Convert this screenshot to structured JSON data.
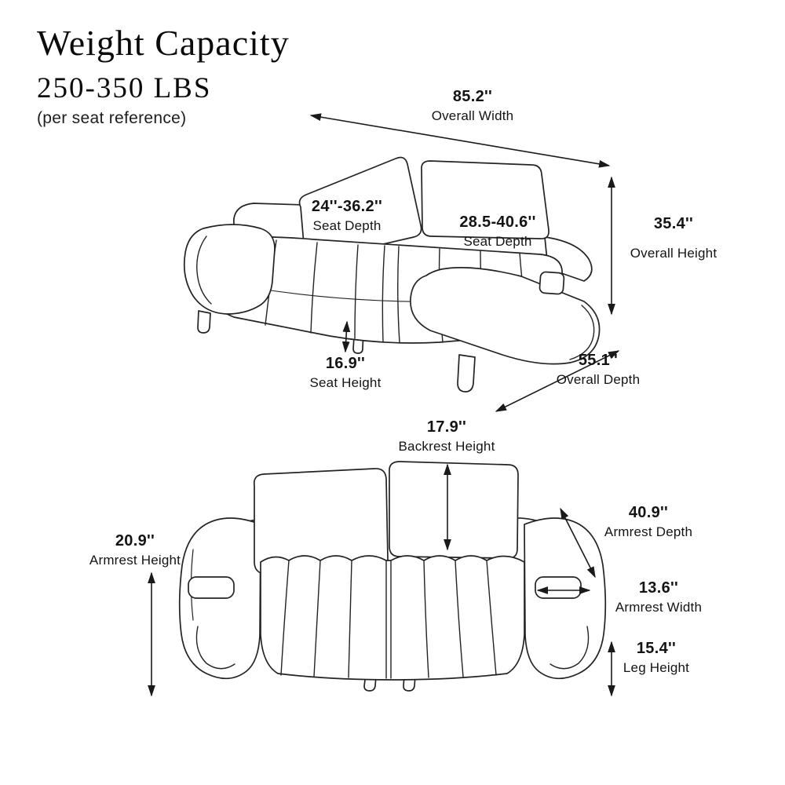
{
  "header": {
    "title": "Weight Capacity",
    "subtitle": "250-350 LBS",
    "note": "(per seat reference)"
  },
  "measurements": {
    "overall_width": {
      "value": "85.2''",
      "label": "Overall Width"
    },
    "seat_depth_left": {
      "value": "24''-36.2''",
      "label": "Seat Depth"
    },
    "seat_depth_right": {
      "value": "28.5-40.6''",
      "label": "Seat Depth"
    },
    "overall_height": {
      "value": "35.4''",
      "label": "Overall Height"
    },
    "seat_height": {
      "value": "16.9''",
      "label": "Seat Height"
    },
    "overall_depth": {
      "value": "55.1''",
      "label": "Overall Depth"
    },
    "backrest_height": {
      "value": "17.9''",
      "label": "Backrest Height"
    },
    "armrest_depth": {
      "value": "40.9''",
      "label": "Armrest Depth"
    },
    "armrest_height": {
      "value": "20.9''",
      "label": "Armrest Height"
    },
    "armrest_width": {
      "value": "13.6''",
      "label": "Armrest Width"
    },
    "leg_height": {
      "value": "15.4''",
      "label": "Leg Height"
    }
  },
  "colors": {
    "line": "#232323",
    "arrow": "#1a1a1a",
    "text": "#141414",
    "background": "#ffffff"
  }
}
